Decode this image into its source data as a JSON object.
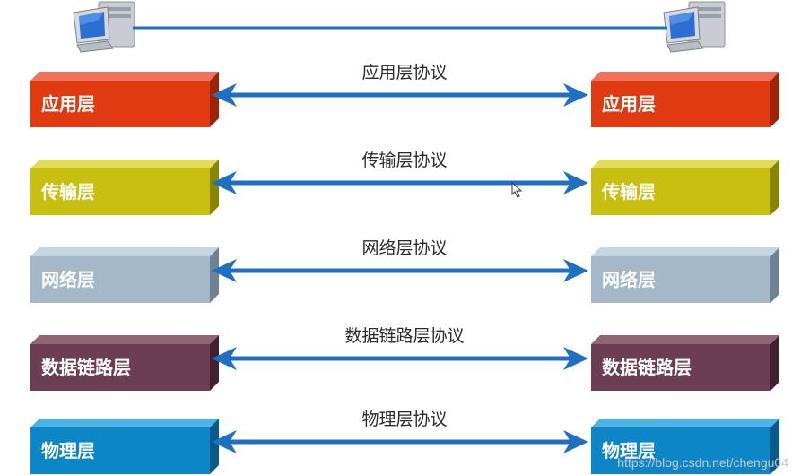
{
  "layers": [
    {
      "name": "应用层",
      "protocol": "应用层协议",
      "color": "#e03a10",
      "dark": "#9b2508",
      "light": "#f0725a"
    },
    {
      "name": "传输层",
      "protocol": "传输层协议",
      "color": "#c8bf10",
      "dark": "#8b8400",
      "light": "#e2dc58"
    },
    {
      "name": "网络层",
      "protocol": "网络层协议",
      "color": "#a4b8c9",
      "dark": "#6e8294",
      "light": "#c9d6e2"
    },
    {
      "name": "数据链路层",
      "protocol": "数据链路层协议",
      "color": "#6c3e54",
      "dark": "#40212f",
      "light": "#906576"
    },
    {
      "name": "物理层",
      "protocol": "物理层协议",
      "color": "#0d86c8",
      "dark": "#075a89",
      "light": "#4fb2e4"
    }
  ],
  "colors": {
    "arrow": "#1f6fc2",
    "connector": "#1f6fc2"
  },
  "icons": {
    "left_host": "computer-icon",
    "right_host": "computer-icon",
    "pointer": "cursor-icon"
  },
  "watermark": "https://blog.csdn.net/chengu04"
}
